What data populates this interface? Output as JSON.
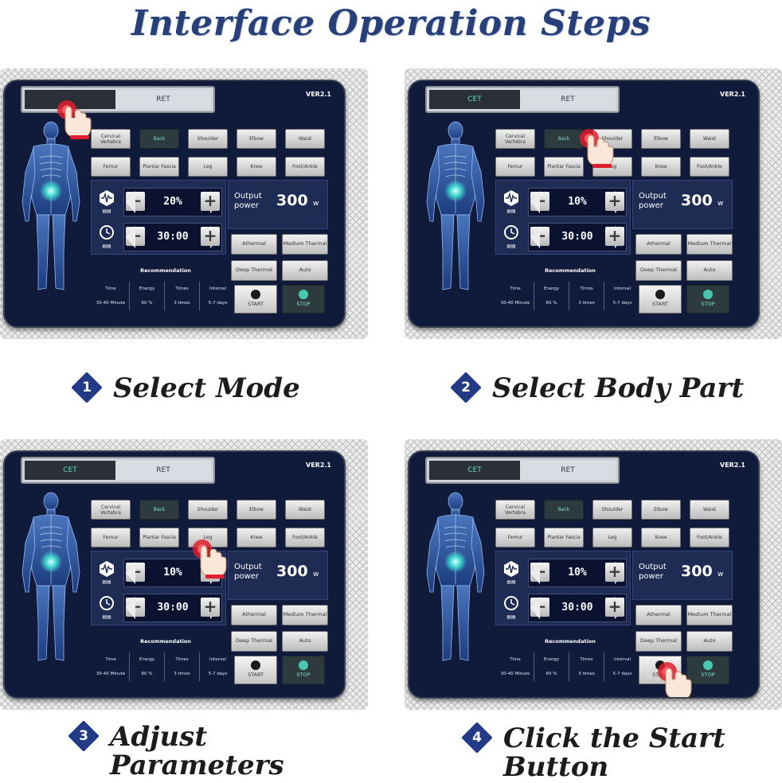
{
  "title": "Interface Operation Steps",
  "accent_color": "#233a86",
  "panels": [
    {
      "step_number": "1",
      "caption": "Select Mode",
      "mode": {
        "cet": "",
        "ret": "RET"
      },
      "version": "VER2.1",
      "body_parts": [
        "Cervical Vertebra",
        "Back",
        "Shoulder",
        "Elbow",
        "Waist",
        "Femur",
        "Plantar Fascia",
        "Leg",
        "Knee",
        "Foot/Ankle"
      ],
      "active_part": "Back",
      "intensity": "20%",
      "duration": "30:00",
      "output_label": "Output power",
      "output_value": "300",
      "output_unit": "w",
      "thermal": [
        "Athermal",
        "Medium Thermal",
        "Deep Thermal",
        "Auto"
      ],
      "reco_title": "Recommendation",
      "reco_headers": [
        "Time",
        "Energy",
        "Times",
        "Interval"
      ],
      "reco_values": [
        "30-40 Minute",
        "60 %",
        "3 times",
        "5-7 days"
      ],
      "start_label": "START",
      "stop_label": "STOP",
      "hand": "mode"
    },
    {
      "step_number": "2",
      "caption": "Select Body Part",
      "mode": {
        "cet": "CET",
        "ret": "RET"
      },
      "version": "VER2.1",
      "body_parts": [
        "Cervical Vertebra",
        "Back",
        "Shoulder",
        "Elbow",
        "Waist",
        "Femur",
        "Plantar Fascia",
        "Leg",
        "Knee",
        "Foot/Ankle"
      ],
      "active_part": "Back",
      "intensity": "10%",
      "duration": "30:00",
      "output_label": "Output power",
      "output_value": "300",
      "output_unit": "w",
      "thermal": [
        "Athermal",
        "Medium Thermal",
        "Deep Thermal",
        "Auto"
      ],
      "reco_title": "Recommendation",
      "reco_headers": [
        "Time",
        "Energy",
        "Times",
        "Interval"
      ],
      "reco_values": [
        "30-40 Minute",
        "60 %",
        "3 times",
        "5-7 days"
      ],
      "start_label": "START",
      "stop_label": "STOP",
      "hand": "part"
    },
    {
      "step_number": "3",
      "caption": "Adjust Parameters",
      "mode": {
        "cet": "CET",
        "ret": "RET"
      },
      "version": "VER2.1",
      "body_parts": [
        "Cervical Vertebra",
        "Back",
        "Shoulder",
        "Elbow",
        "Waist",
        "Femur",
        "Plantar Fascia",
        "Leg",
        "Knee",
        "Foot/Ankle"
      ],
      "active_part": "Back",
      "intensity": "10%",
      "duration": "30:00",
      "output_label": "Output power",
      "output_value": "300",
      "output_unit": "w",
      "thermal": [
        "Athermal",
        "Medium Thermal",
        "Deep Thermal",
        "Auto"
      ],
      "reco_title": "Recommendation",
      "reco_headers": [
        "Time",
        "Energy",
        "Times",
        "Interval"
      ],
      "reco_values": [
        "30-40 Minute",
        "60 %",
        "3 times",
        "5-7 days"
      ],
      "start_label": "START",
      "stop_label": "STOP",
      "hand": "param"
    },
    {
      "step_number": "4",
      "caption": "Click the Start Button",
      "mode": {
        "cet": "CET",
        "ret": "RET"
      },
      "version": "VER2.1",
      "body_parts": [
        "Cervical Vertebra",
        "Back",
        "Shoulder",
        "Elbow",
        "Waist",
        "Femur",
        "Plantar Fascia",
        "Leg",
        "Knee",
        "Foot/Ankle"
      ],
      "active_part": "Back",
      "intensity": "10%",
      "duration": "30:00",
      "output_label": "Output power",
      "output_value": "300",
      "output_unit": "w",
      "thermal": [
        "Athermal",
        "Medium Thermal",
        "Deep Thermal",
        "Auto"
      ],
      "reco_title": "Recommendation",
      "reco_headers": [
        "Time",
        "Energy",
        "Times",
        "Interval"
      ],
      "reco_values": [
        "30-40 Minute",
        "60 %",
        "3 times",
        "5-7 days"
      ],
      "start_label": "START",
      "stop_label": "STOP",
      "hand": "start"
    }
  ]
}
